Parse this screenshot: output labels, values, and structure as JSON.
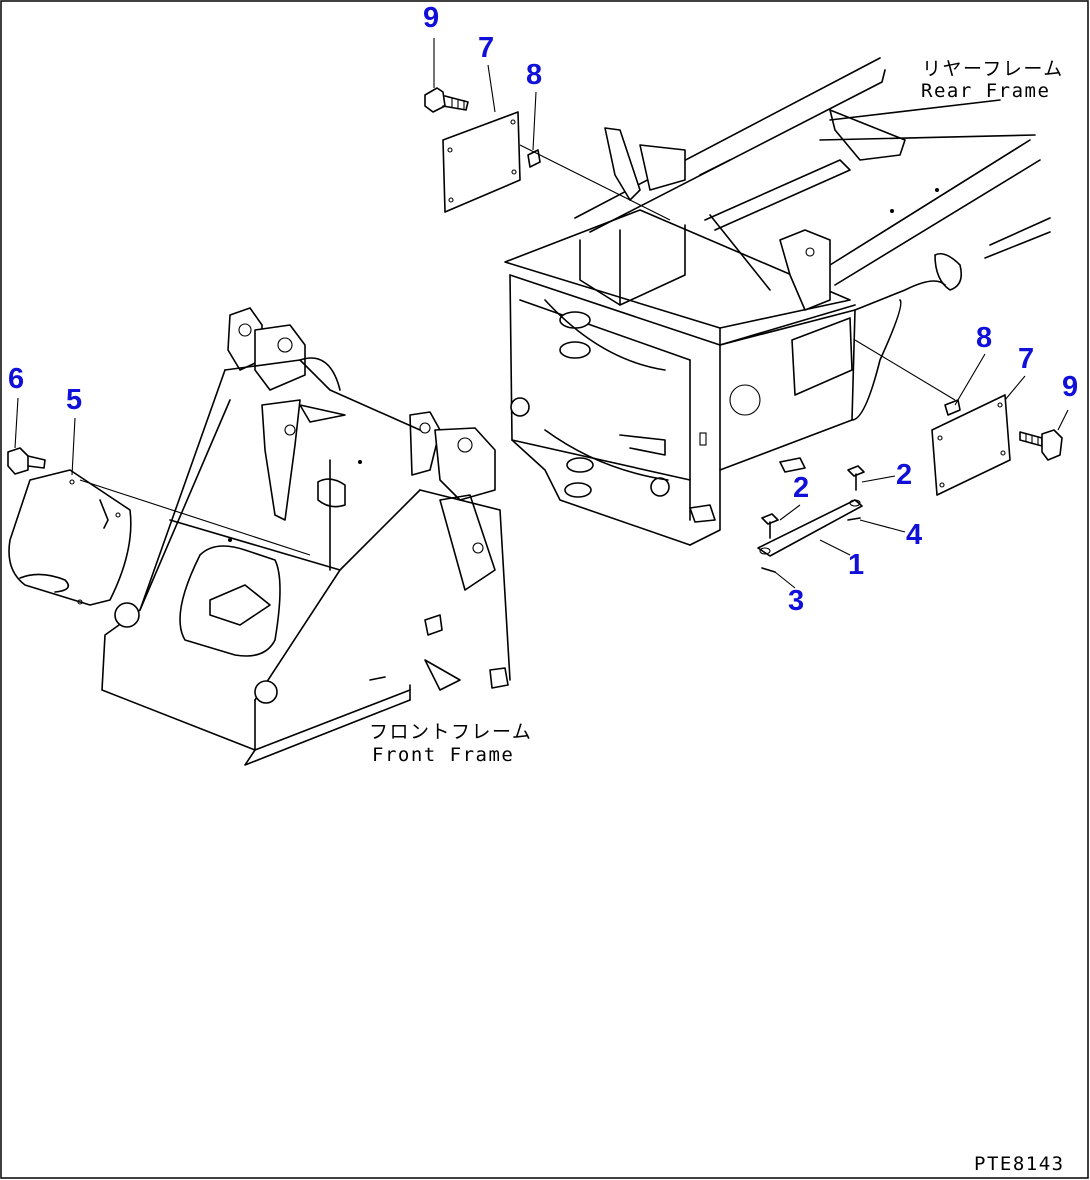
{
  "labels": {
    "rear_frame_jp": "リヤーフレーム",
    "rear_frame_en": "Rear Frame",
    "front_frame_jp": "フロントフレーム",
    "front_frame_en": "Front Frame",
    "figure_code": "PTE8143"
  },
  "callouts": {
    "c9_top": "9",
    "c7_top": "7",
    "c8_top": "8",
    "c6": "6",
    "c5": "5",
    "c8_right": "8",
    "c7_right": "7",
    "c9_right": "9",
    "c2_a": "2",
    "c2_b": "2",
    "c4": "4",
    "c1": "1",
    "c3": "3"
  },
  "colors": {
    "callout": "#1010d8",
    "line": "#000000",
    "background": "#ffffff"
  }
}
